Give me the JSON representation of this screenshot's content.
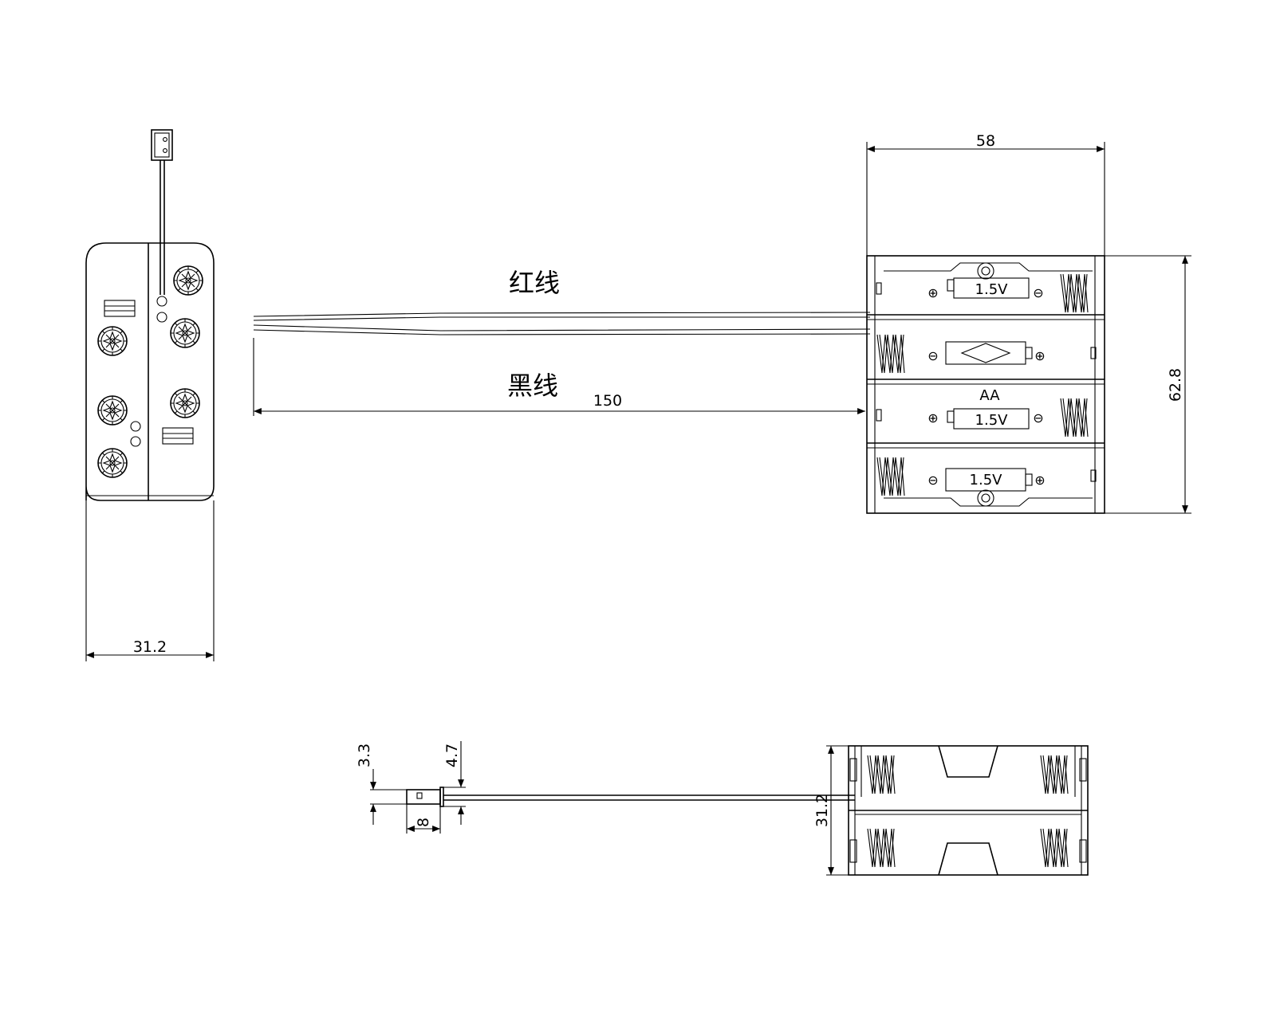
{
  "labels": {
    "red_wire": "红线",
    "black_wire": "黑线"
  },
  "dimensions": {
    "front_width": "31.2",
    "top_width": "58",
    "top_height": "62.8",
    "wire_length": "150",
    "connector_h1": "3.3",
    "connector_h2": "4.7",
    "connector_len": "8",
    "side_height": "31.2"
  },
  "cells": [
    {
      "voltage": "1.5V",
      "type": ""
    },
    {
      "voltage": "",
      "type": ""
    },
    {
      "voltage": "1.5V",
      "type": "AA"
    },
    {
      "voltage": "1.5V",
      "type": ""
    }
  ],
  "symbols": {
    "plus": "⊕",
    "minus": "⊖"
  }
}
